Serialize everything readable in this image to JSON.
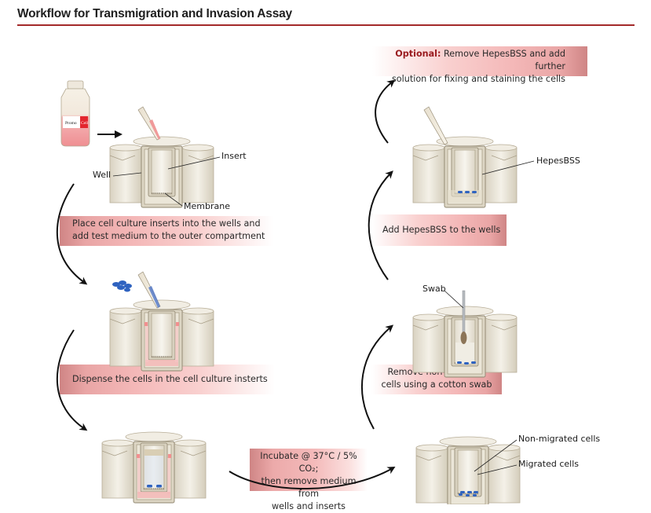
{
  "title": "Workflow for Transmigration and Invasion Assay",
  "colors": {
    "accent_rule": "#a32a2a",
    "band_dark": "#cf8585",
    "band_light": "#f9d0cf",
    "optional_text": "#9a1c20",
    "cells_blue": "#2a63b8",
    "well_beige": "#ece7da",
    "medium_pink": "#f0a0a0"
  },
  "bottle": {
    "brand_left": "Promo",
    "brand_right": "Cell"
  },
  "steps": [
    {
      "id": 1,
      "text_line1": "Place cell culture inserts into the wells and",
      "text_line2": "add test medium to the outer compartment"
    },
    {
      "id": 2,
      "text_line1": "Dispense the cells in the cell culture insterts"
    },
    {
      "id": 3,
      "text_line1": "Incubate @ 37°C / 5% CO₂;",
      "text_line2": "then remove medium from",
      "text_line3": "wells and inserts"
    },
    {
      "id": 4,
      "text_line1": "Remove non-migrated",
      "text_line2": "cells using a cotton swab"
    },
    {
      "id": 5,
      "text_line1": "Add HepesBSS to the wells"
    },
    {
      "id": 6,
      "prefix": "Optional:",
      "text_line1": " Remove HepesBSS and add further",
      "text_line2": "solution for fixing and staining the cells"
    }
  ],
  "labels": {
    "insert": "Insert",
    "well": "Well",
    "membrane": "Membrane",
    "hepesbss": "HepesBSS",
    "swab": "Swab",
    "non_migrated": "Non-migrated cells",
    "migrated": "Migrated cells"
  }
}
